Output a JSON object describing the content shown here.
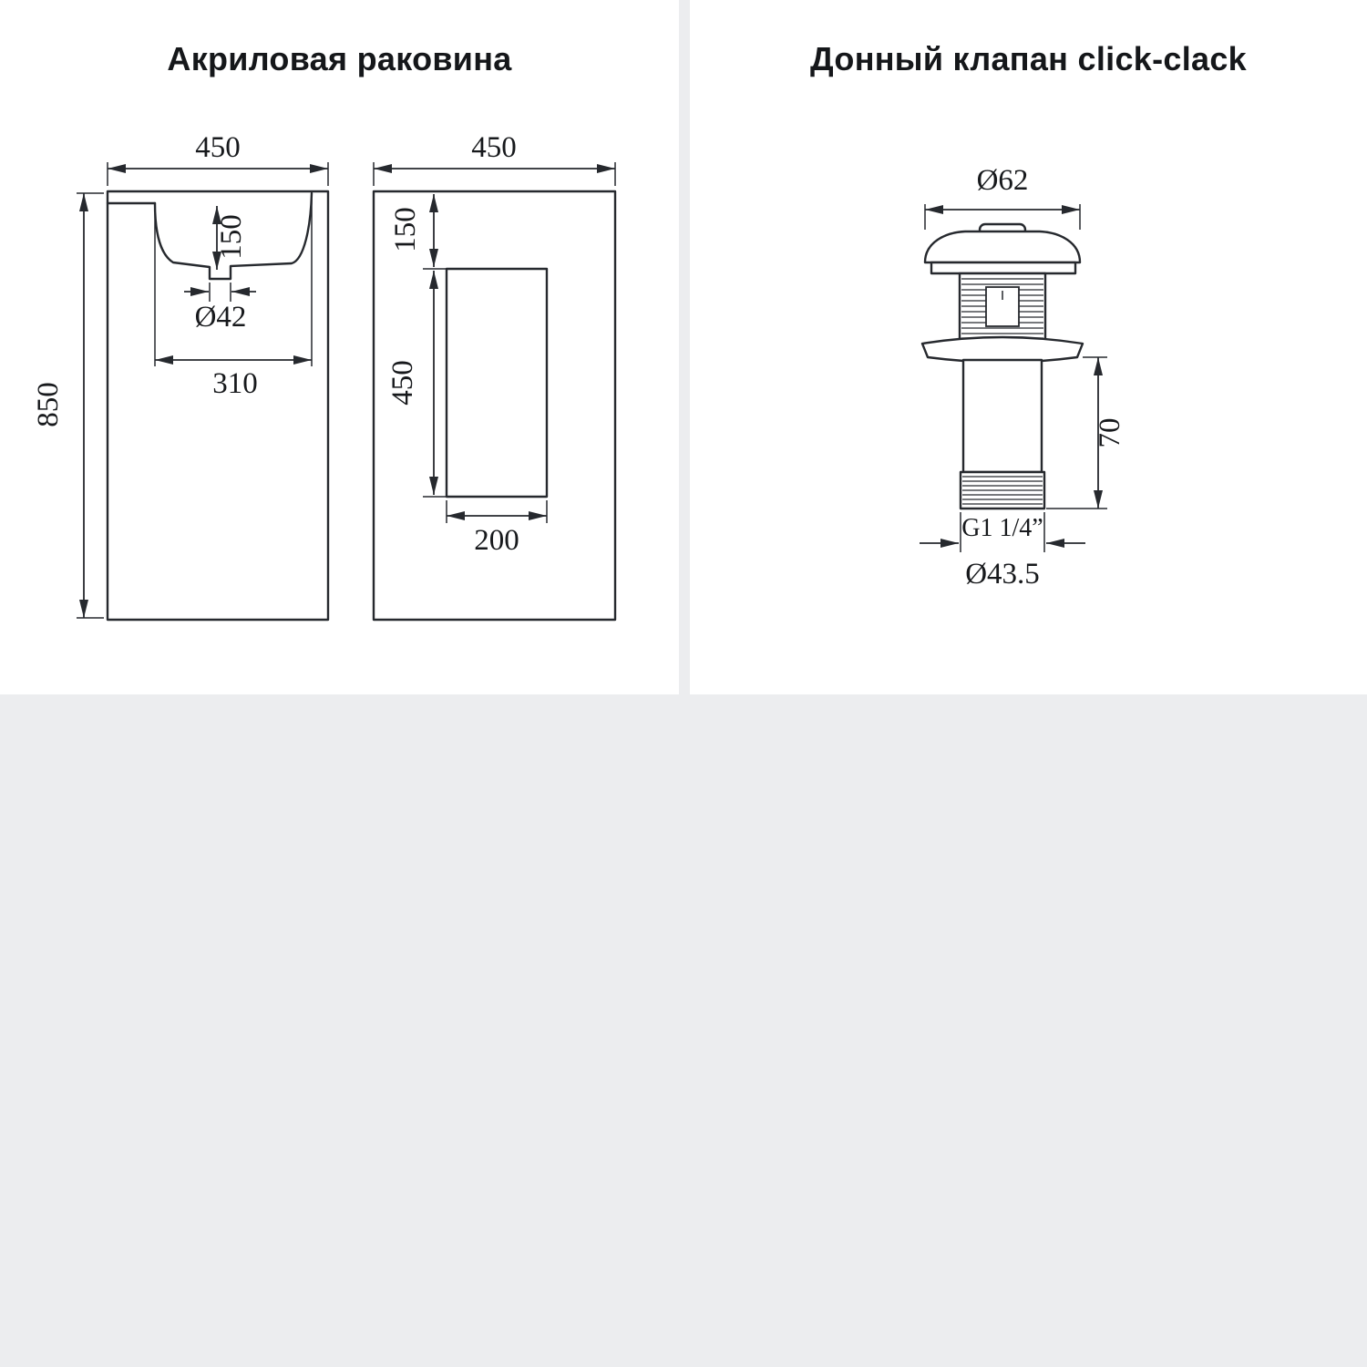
{
  "page": {
    "background_color": "#ecedef",
    "panel_color": "#ffffff",
    "line_color": "#26292e",
    "text_color": "#17191c"
  },
  "left_panel": {
    "title": "Акриловая раковина",
    "front_view": {
      "width": "450",
      "height": "850",
      "basin_depth": "150",
      "drain_diameter": "Ø42",
      "basin_width": "310"
    },
    "side_view": {
      "width": "450",
      "top_depth": "150",
      "inner_height": "450",
      "inner_width": "200"
    }
  },
  "right_panel": {
    "title": "Донный клапан click-clack",
    "valve": {
      "cap_diameter": "Ø62",
      "tail_height": "70",
      "thread_size": "G1 1/4”",
      "tail_diameter": "Ø43.5"
    }
  }
}
